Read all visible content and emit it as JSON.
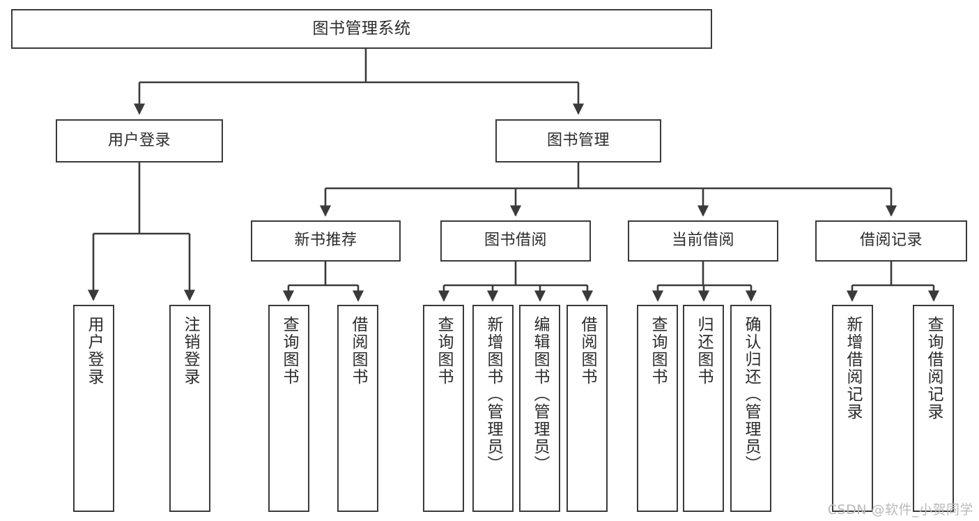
{
  "diagram": {
    "type": "tree",
    "title": "图书管理系统",
    "colors": {
      "stroke": "#3a3a3a",
      "text": "#2b2b2b",
      "background": "#ffffff",
      "watermark": "#b9b9b9"
    },
    "root": {
      "label": "图书管理系统"
    },
    "level2": [
      {
        "label": "用户登录"
      },
      {
        "label": "图书管理"
      }
    ],
    "level3": [
      {
        "label": "新书推荐"
      },
      {
        "label": "图书借阅"
      },
      {
        "label": "当前借阅"
      },
      {
        "label": "借阅记录"
      }
    ],
    "leaves": {
      "user_login": [
        {
          "label": "用户登录"
        },
        {
          "label": "注销登录"
        }
      ],
      "new_book_recommend": [
        {
          "label": "查询图书"
        },
        {
          "label": "借阅图书"
        }
      ],
      "book_borrow": [
        {
          "label": "查询图书"
        },
        {
          "label": "新增图书（管理员）"
        },
        {
          "label": "编辑图书（管理员）"
        },
        {
          "label": "借阅图书"
        }
      ],
      "current_borrow": [
        {
          "label": "查询图书"
        },
        {
          "label": "归还图书"
        },
        {
          "label": "确认归还（管理员）"
        }
      ],
      "borrow_record": [
        {
          "label": "新增借阅记录"
        },
        {
          "label": "查询借阅记录"
        }
      ]
    }
  },
  "watermark": {
    "text": "CSDN @软件_小贺同学"
  }
}
